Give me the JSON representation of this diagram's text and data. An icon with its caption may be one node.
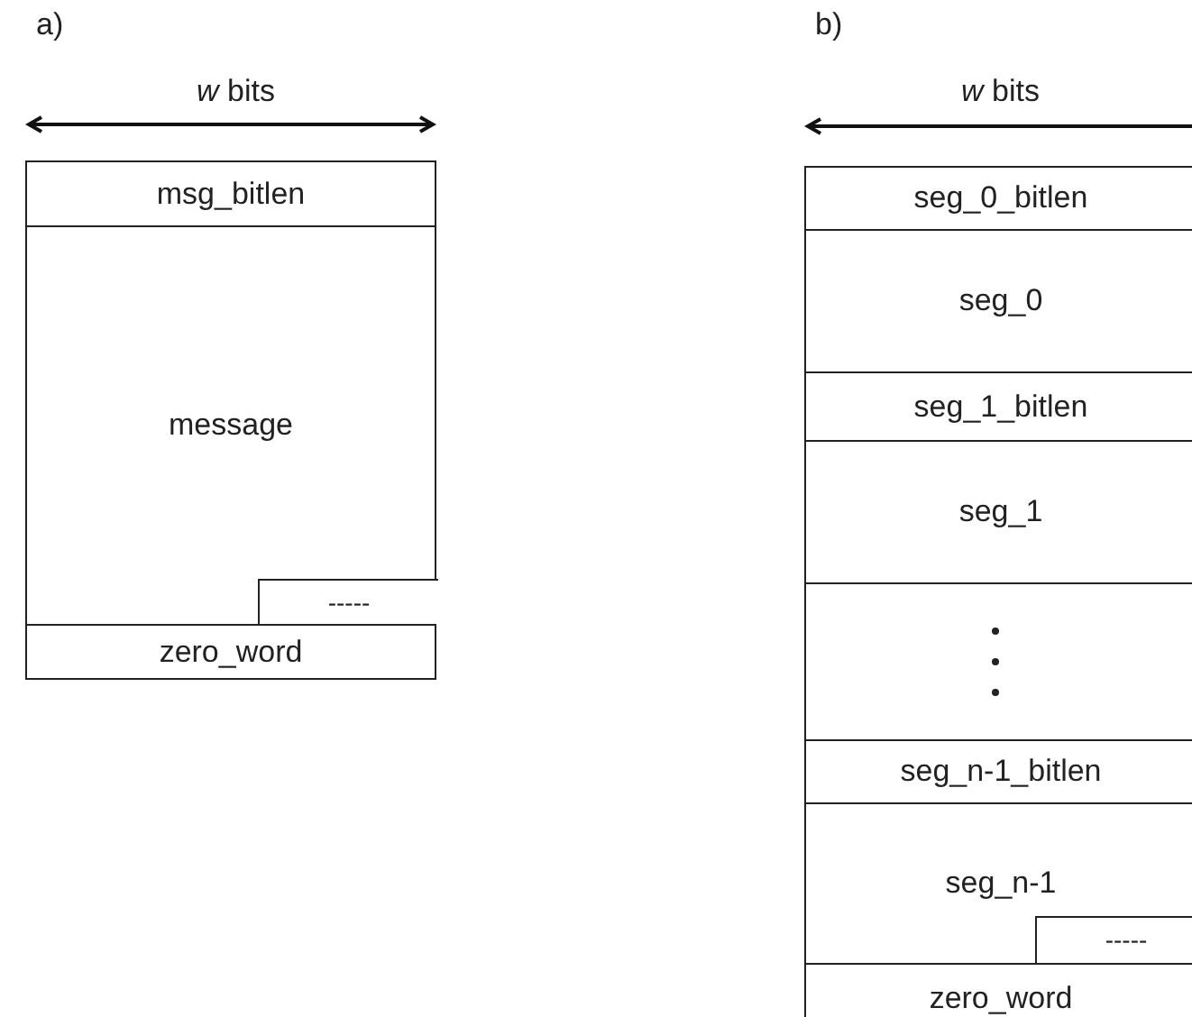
{
  "diagram": {
    "nodes": [
      {
        "text": [
          "msg_bitlen"
        ]
      },
      {
        "text": [
          "message"
        ]
      },
      {
        "text": [
          "-----"
        ],
        "in": 1
      },
      {
        "text": [
          "zero_word"
        ]
      },
      {
        "text": [
          "seg_0_bitlen"
        ]
      },
      {
        "text": [
          "seg_0"
        ]
      },
      {
        "text": [
          "seg_1_bitlen"
        ]
      },
      {
        "text": [
          "seg_1"
        ]
      },
      {
        "text": [],
        "shape": "box"
      },
      {
        "text": [
          "seg_n-1_bitlen"
        ]
      },
      {
        "text": [
          "seg_n-1"
        ]
      },
      {
        "text": [
          "-----"
        ],
        "in": 10
      },
      {
        "text": [
          "zero_word"
        ]
      }
    ],
    "labels": [
      "a)",
      "*w* bits",
      "b)",
      "*w* bits"
    ]
  }
}
